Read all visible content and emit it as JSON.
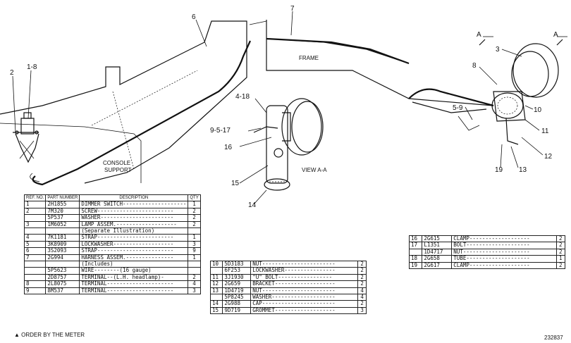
{
  "callouts": {
    "c1_8": "1-8",
    "c2": "2",
    "c3": "3",
    "c4_18": "4-18",
    "c5_9": "5-9",
    "c6": "6",
    "c7": "7",
    "c8": "8",
    "c9_5_17": "9-5-17",
    "c10": "10",
    "c11": "11",
    "c12": "12",
    "c13": "13",
    "c14": "14",
    "c15": "15",
    "c16": "16",
    "c19": "19"
  },
  "labels": {
    "frame": "FRAME",
    "console_support_1": "CONSOLE",
    "console_support_2": "SUPPORT",
    "view_aa": "VIEW A-A",
    "section_a_left": "A",
    "section_a_right": "A"
  },
  "table1": {
    "headers": {
      "ref": "REF. NO.",
      "part": "PART NUMBER",
      "desc": "DESCRIPTION",
      "qty": "QTY"
    },
    "rows": [
      {
        "ref": "1",
        "part": "2H1855",
        "desc": "DIMMER SWITCH--------------------",
        "qty": "1"
      },
      {
        "ref": "2",
        "part": "7M320",
        "desc": "SCREW------------------------",
        "qty": "2"
      },
      {
        "ref": "",
        "part": "5P537",
        "desc": "WASHER-----------------------",
        "qty": "2"
      },
      {
        "ref": "3",
        "part": "1M6052",
        "desc": "LAMP ASSEM.-------------------",
        "qty": "2"
      },
      {
        "ref": "",
        "part": "",
        "desc": "(Separate Illustration)",
        "qty": ""
      },
      {
        "ref": "4",
        "part": "7K1181",
        "desc": "STRAP------------------------",
        "qty": "1"
      },
      {
        "ref": "5",
        "part": "3K8909",
        "desc": "LOCKWASHER-------------------",
        "qty": "3"
      },
      {
        "ref": "6",
        "part": "3S2093",
        "desc": "STRAP------------------------",
        "qty": "9"
      },
      {
        "ref": "7",
        "part": "2G994",
        "desc": "HARNESS ASSEM.---------------",
        "qty": "1"
      },
      {
        "ref": "",
        "part": "",
        "desc": "(Includes)",
        "qty": ""
      },
      {
        "ref": "",
        "part": "5P5623",
        "desc": "WIRE--------(16 gauge)",
        "qty": ""
      },
      {
        "ref": "",
        "part": "2D8757",
        "desc": "TERMINAL--(L.H. headlamp)-",
        "qty": "2"
      },
      {
        "ref": "8",
        "part": "2L8075",
        "desc": "TERMINAL---------------------",
        "qty": "4"
      },
      {
        "ref": "9",
        "part": "8M537",
        "desc": "TERMINAL---------------------",
        "qty": "3"
      }
    ]
  },
  "table2": {
    "rows": [
      {
        "ref": "10",
        "part": "5D3183",
        "desc": "NUT-----------------------",
        "qty": "2"
      },
      {
        "ref": "",
        "part": "6F253",
        "desc": "LOCKWASHER----------------",
        "qty": "2"
      },
      {
        "ref": "11",
        "part": "3J1930",
        "desc": "\"U\" BOLT-----------------",
        "qty": "2"
      },
      {
        "ref": "12",
        "part": "2G659",
        "desc": "BRACKET-------------------",
        "qty": "2"
      },
      {
        "ref": "13",
        "part": "1D4719",
        "desc": "NUT-----------------------",
        "qty": "4"
      },
      {
        "ref": "",
        "part": "5P8245",
        "desc": "WASHER--------------------",
        "qty": "4"
      },
      {
        "ref": "14",
        "part": "2G988",
        "desc": "CAP-----------------------",
        "qty": "2"
      },
      {
        "ref": "15",
        "part": "9D719",
        "desc": "GROMMET-------------------",
        "qty": "3"
      }
    ]
  },
  "table3": {
    "rows": [
      {
        "ref": "16",
        "part": "2G615",
        "desc": "CLAMP-------------------",
        "qty": "2"
      },
      {
        "ref": "17",
        "part": "L1351",
        "desc": "BOLT--------------------",
        "qty": "2"
      },
      {
        "ref": "",
        "part": "1D4717",
        "desc": "NUT---------------------",
        "qty": "2"
      },
      {
        "ref": "18",
        "part": "2G658",
        "desc": "TUBE--------------------",
        "qty": "1"
      },
      {
        "ref": "19",
        "part": "2G617",
        "desc": "CLAMP-------------------",
        "qty": "2"
      }
    ]
  },
  "footnote": "▲ ORDER BY THE METER",
  "figure_number": "232837"
}
